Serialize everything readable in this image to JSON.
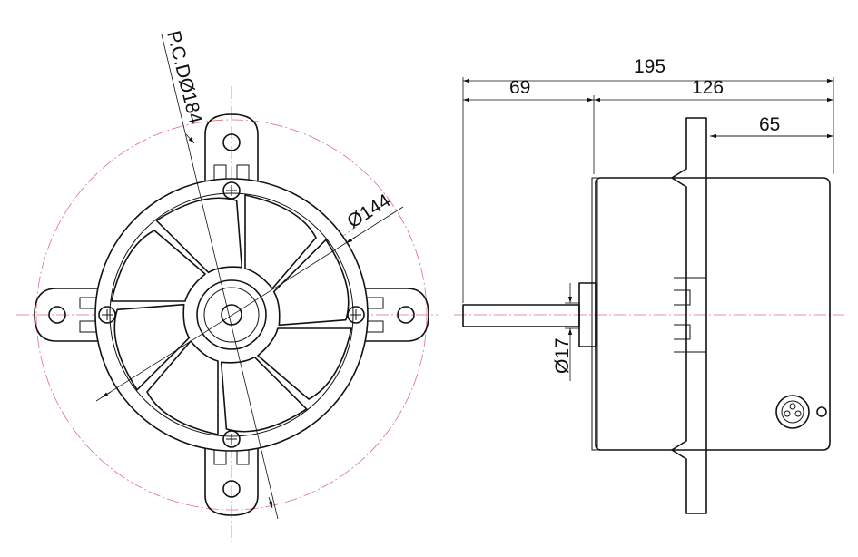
{
  "labels": {
    "pcd": "P.C.DØ184",
    "dia_outer": "Ø144",
    "shaft_dia": "Ø17"
  },
  "dimensions": {
    "overall_length": "195",
    "shaft_length": "69",
    "body_length": "126",
    "flange_to_rear": "65"
  },
  "colors": {
    "outline": "#111111",
    "center_line": "#e0707a"
  }
}
